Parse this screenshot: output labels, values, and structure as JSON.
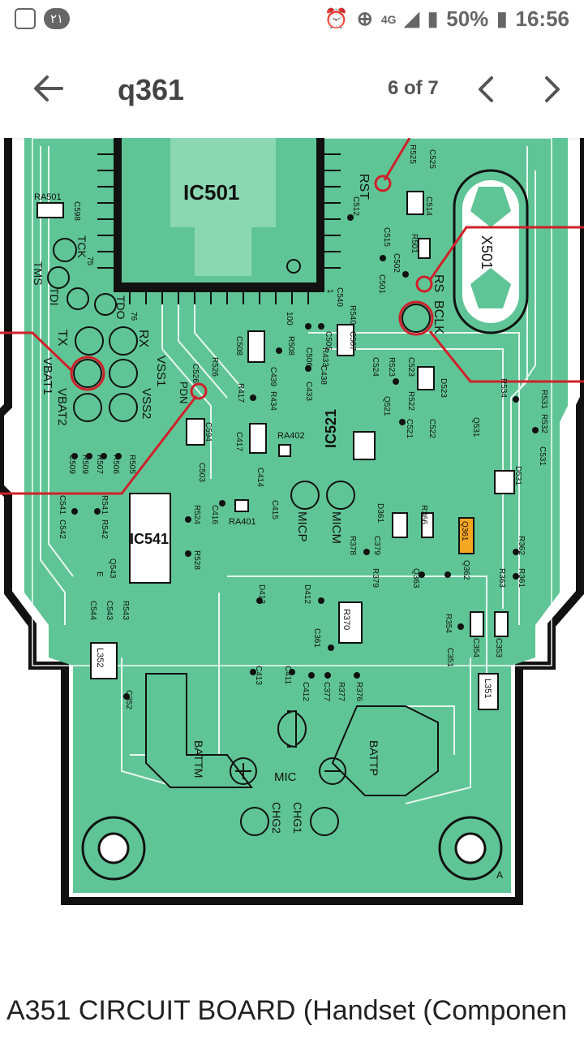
{
  "status_bar": {
    "left_badge": "٢١",
    "network": "4G",
    "battery": "50%",
    "time": "16:56"
  },
  "toolbar": {
    "title": "q361",
    "page_counter": "6 of 7"
  },
  "board": {
    "components": {
      "ic501": "IC501",
      "ic521": "IC521",
      "ic541": "IC541",
      "x501": "X501",
      "rst": "RST",
      "rs": "RS",
      "bclk": "BCLK",
      "tck": "TCK",
      "tms": "TMS",
      "tdi": "TDI",
      "tdo": "TDO",
      "tx": "TX",
      "rx": "RX",
      "vbat1": "VBAT1",
      "vbat2": "VBAT2",
      "vss1": "VSS1",
      "vss2": "VSS2",
      "pdn": "PDN",
      "micp": "MICP",
      "micm": "MICM",
      "mic": "MIC",
      "battm": "BATTM",
      "battp": "BATTP",
      "chg1": "CHG1",
      "chg2": "CHG2",
      "ra501": "RA501",
      "ra401": "RA401",
      "ra402": "RA402",
      "l351": "L351",
      "l352": "L352",
      "r370": "R370",
      "q361": "Q361",
      "corner_a": "A"
    },
    "small_labels": [
      "C598",
      "R525",
      "C525",
      "C512",
      "C514",
      "C515",
      "R501",
      "C502",
      "C501",
      "C540",
      "R540",
      "C508",
      "R508",
      "C506",
      "R433",
      "C505",
      "C507",
      "C439",
      "C438",
      "C433",
      "R434",
      "R417",
      "R526",
      "C526",
      "C594",
      "C503",
      "C524",
      "R523",
      "C523",
      "R522",
      "C521",
      "C522",
      "Q521",
      "D523",
      "R534",
      "R531",
      "R532",
      "C531",
      "Q531",
      "D531",
      "C417",
      "C414",
      "C415",
      "C416",
      "R524",
      "R528",
      "C509",
      "R509",
      "R507",
      "R506",
      "R505",
      "C541",
      "R541",
      "R542",
      "C542",
      "Q543",
      "C544",
      "C543",
      "R543",
      "C352",
      "D361",
      "R366",
      "R378",
      "C379",
      "R379",
      "Q363",
      "Q362",
      "R362",
      "R363",
      "R361",
      "D413",
      "D412",
      "C361",
      "R354",
      "C354",
      "C353",
      "C351",
      "C413",
      "C411",
      "C412",
      "C377",
      "R377",
      "R376",
      "E",
      "75",
      "76",
      "100",
      "1"
    ]
  },
  "caption": "A351 CIRCUIT BOARD (Handset (Componen",
  "colors": {
    "board_green": "#5fc596",
    "trace_light": "#a8e3c6",
    "trace_line": "#ffffff",
    "dark": "#111111",
    "highlight_red": "#d0202a",
    "highlight_orange": "#f5a623"
  }
}
